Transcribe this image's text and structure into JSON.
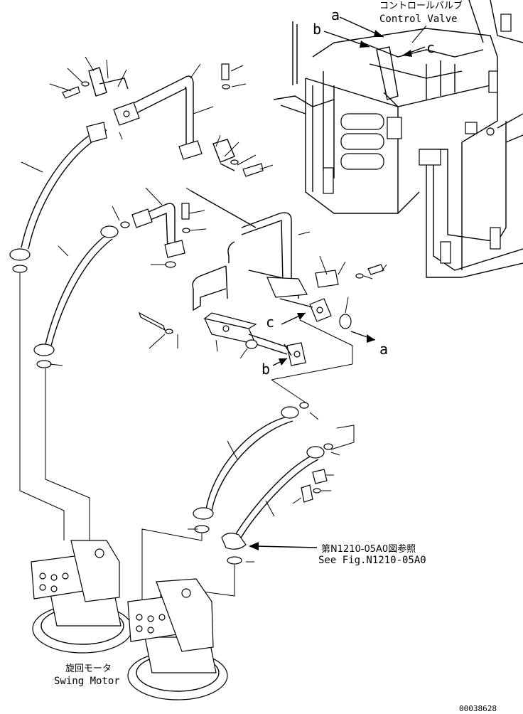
{
  "labels": {
    "control_valve_jp": "コントロールバルブ",
    "control_valve_en": "Control Valve",
    "swing_motor_jp": "旋回モータ",
    "swing_motor_en": "Swing Motor",
    "see_fig_jp": "第N1210-05A0図参照",
    "see_fig_en": "See Fig.N1210-05A0",
    "drawing_number": "00038628"
  },
  "connection_letters": {
    "a_top": "a",
    "b_top": "b",
    "c_top": "c",
    "a_mid": "a",
    "b_mid": "b",
    "c_mid": "c"
  }
}
